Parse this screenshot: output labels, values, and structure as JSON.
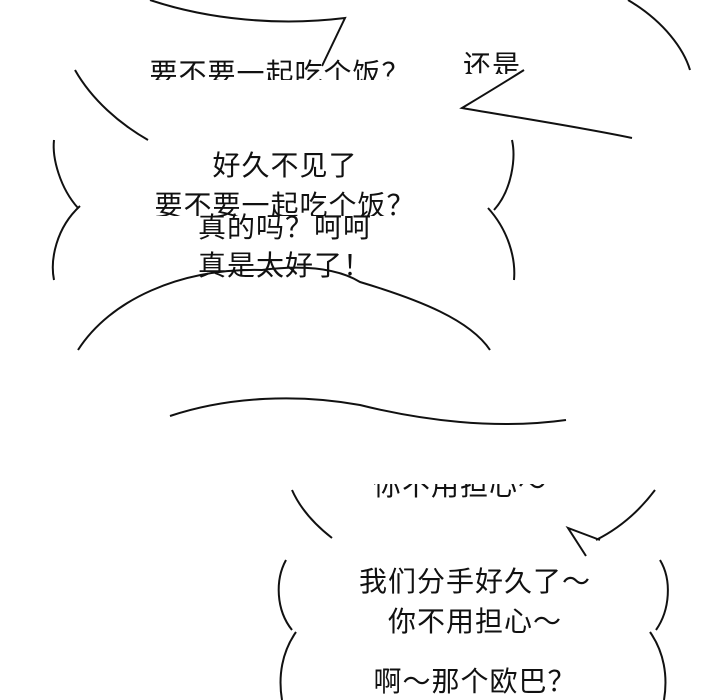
{
  "panels": [
    {
      "bubbles": [
        {
          "lines": [
            "要不要一起吃个饭？",
            "还是"
          ]
        },
        {
          "lines": [
            "好久不见了",
            "要不要一起吃个饭？"
          ]
        },
        {
          "lines": [
            "真的吗？呵呵",
            "真是太好了！"
          ]
        }
      ]
    },
    {
      "bubbles": [
        {
          "lines": [
            "你不用担心～"
          ]
        },
        {
          "lines": [
            "我们分手好久了～",
            "你不用担心～"
          ]
        },
        {
          "lines": [
            "啊～那个欧巴？"
          ]
        }
      ]
    }
  ]
}
